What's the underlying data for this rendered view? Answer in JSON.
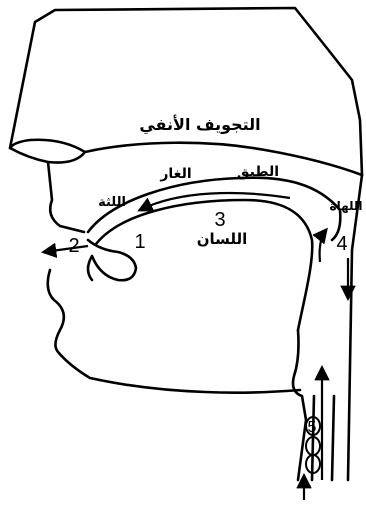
{
  "labels": {
    "nasal_cavity": "التجويف الأنفي",
    "velum": "الطبق",
    "palate": "الغار",
    "alveolar_ridge": "اللثة",
    "uvula": "اللهاة",
    "tongue": "اللسان"
  },
  "numbers": {
    "n1": "1",
    "n2": "2",
    "n3": "3",
    "n4": "4",
    "n5": "5"
  }
}
